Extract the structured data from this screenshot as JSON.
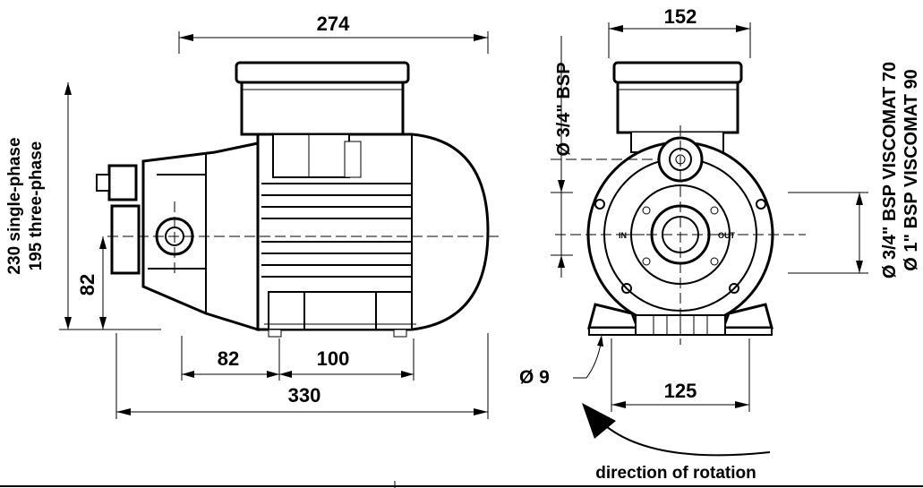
{
  "side_view": {
    "overall_length": "274",
    "total_length": "330",
    "base_offset": "82",
    "foot_spacing": "100",
    "shaft_height": "82",
    "height_single": "230 single-phase",
    "height_three": "195 three-phase"
  },
  "front_view": {
    "width": "152",
    "port_top": "Ø 3/4\" BSP",
    "foot_spacing": "125",
    "hole": "Ø 9",
    "port_side_1": "Ø 3/4\" BSP VISCOMAT 70",
    "port_side_2": "Ø 1\" BSP VISCOMAT 90",
    "label_in": "IN",
    "label_out": "OUT",
    "rotation_caption": "direction of rotation"
  }
}
